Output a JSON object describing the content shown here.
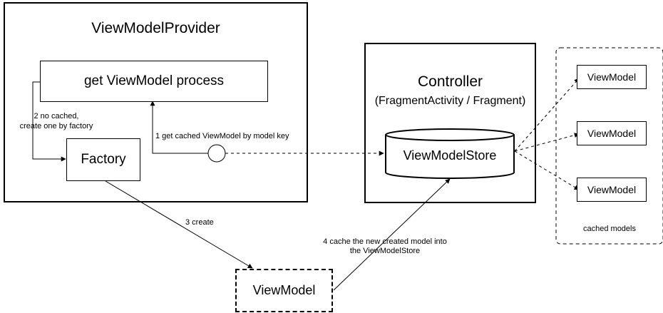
{
  "provider": {
    "title": "ViewModelProvider",
    "process_label": "get ViewModel process",
    "factory_label": "Factory"
  },
  "controller": {
    "title": "Controller",
    "subtitle": "(FragmentActivity / Fragment)",
    "store_label": "ViewModelStore"
  },
  "cached": {
    "items": [
      "ViewModel",
      "ViewModel",
      "ViewModel"
    ],
    "group_label": "cached models"
  },
  "new_viewmodel_label": "ViewModel",
  "edges": {
    "step1": "1 get cached ViewModel by model key",
    "step2_line1": "2 no cached,",
    "step2_line2": "create one by factory",
    "step3": "3 create",
    "step4_line1": "4 cache the new created model into",
    "step4_line2": "the ViewModelStore"
  }
}
